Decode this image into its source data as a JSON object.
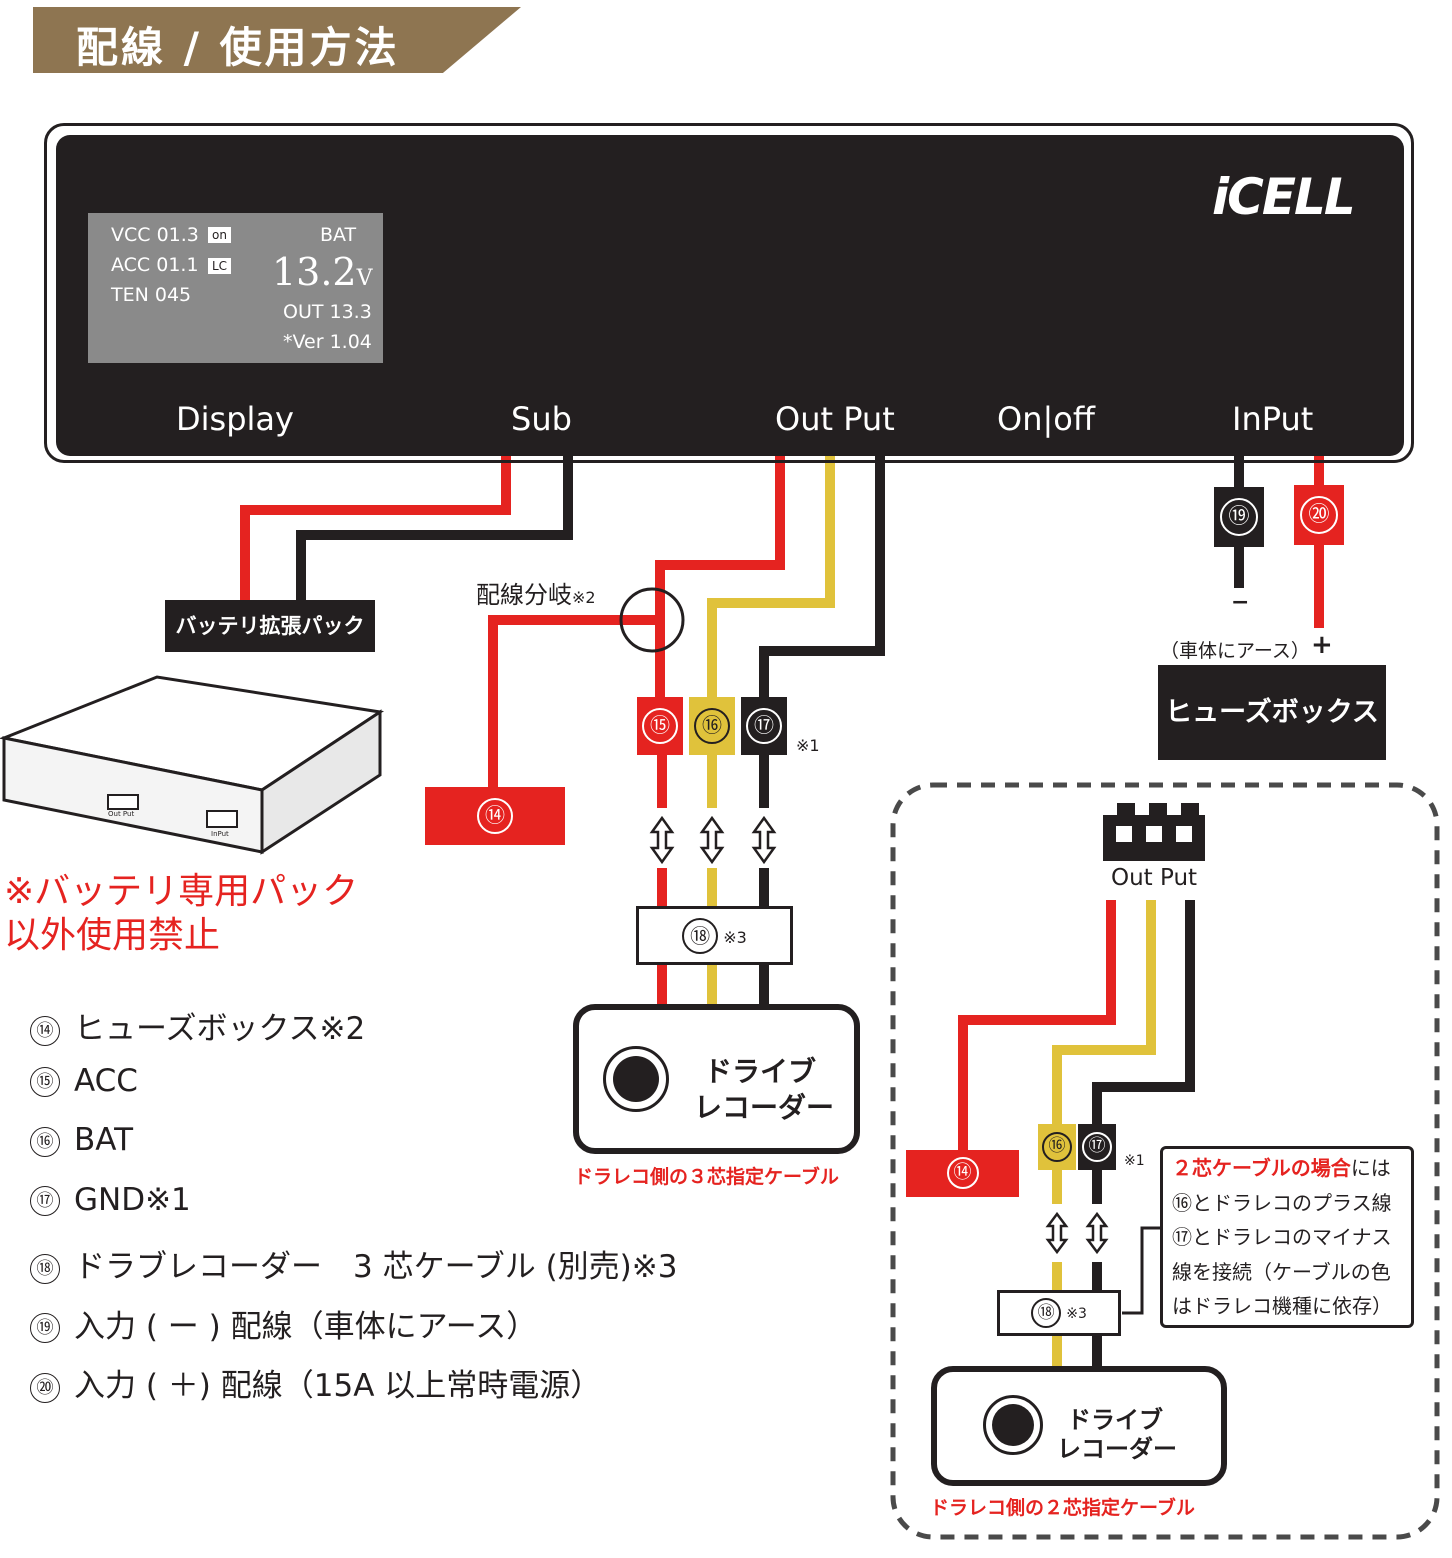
{
  "header": {
    "title": "配線 / 使用方法"
  },
  "device": {
    "logo": "iCELL",
    "display": {
      "vcc": "VCC 01.3",
      "vcc_tag": "on",
      "acc": "ACC 01.1",
      "acc_tag": "LC",
      "ten": "TEN 045",
      "bat": "BAT",
      "voltage": "13.2",
      "voltage_unit": "V",
      "out": "OUT 13.3",
      "version": "*Ver 1.04"
    },
    "ports": {
      "display": "Display",
      "sub": "Sub",
      "output": "Out Put",
      "onoff": "On|off",
      "input": "InPut"
    }
  },
  "labels": {
    "battery_pack": "バッテリ拡張パック",
    "branch": "配線分岐",
    "branch_note": "※2",
    "ground": "（車体にアース）",
    "minus": "−",
    "plus": "+",
    "fusebox": "ヒューズボックス",
    "note1": "※1",
    "note3": "※3",
    "out_put": "Out Put",
    "recorder_line1": "ドライブ",
    "recorder_line2": "レコーダー",
    "cable3": "ドラレコ側の３芯指定ケーブル",
    "cable2": "ドラレコ側の２芯指定ケーブル",
    "pack_port_out": "Out Put",
    "pack_port_in": "InPut"
  },
  "warning": {
    "line1": "※バッテリ専用パック",
    "line2": "以外使用禁止"
  },
  "numbers": {
    "n14": "⑭",
    "n15": "⑮",
    "n16": "⑯",
    "n17": "⑰",
    "n18": "⑱",
    "n19": "⑲",
    "n20": "⑳"
  },
  "legend": [
    {
      "num": "⑭",
      "text": "ヒューズボックス※2"
    },
    {
      "num": "⑮",
      "text": "ACC"
    },
    {
      "num": "⑯",
      "text": "BAT"
    },
    {
      "num": "⑰",
      "text": "GND※1"
    },
    {
      "num": "⑱",
      "text": "ドラブレコーダー　3 芯ケーブル (別売)※3"
    },
    {
      "num": "⑲",
      "text": "入力 ( ー ) 配線（車体にアース）"
    },
    {
      "num": "⑳",
      "text": "入力 ( ＋) 配線（15A 以上常時電源）"
    }
  ],
  "two_core_note": {
    "line1_red": "２芯ケーブルの場合",
    "line1_rest": "には",
    "line2": "⑯とドラレコのプラス線",
    "line3": "⑰とドラレコのマイナス",
    "line4": "線を接続（ケーブルの色",
    "line5": "はドラレコ機種に依存）"
  },
  "colors": {
    "red": "#e52320",
    "yellow": "#e0c23b",
    "black": "#231f20",
    "brown": "#8e7551",
    "grey": "#8a8a8a"
  }
}
